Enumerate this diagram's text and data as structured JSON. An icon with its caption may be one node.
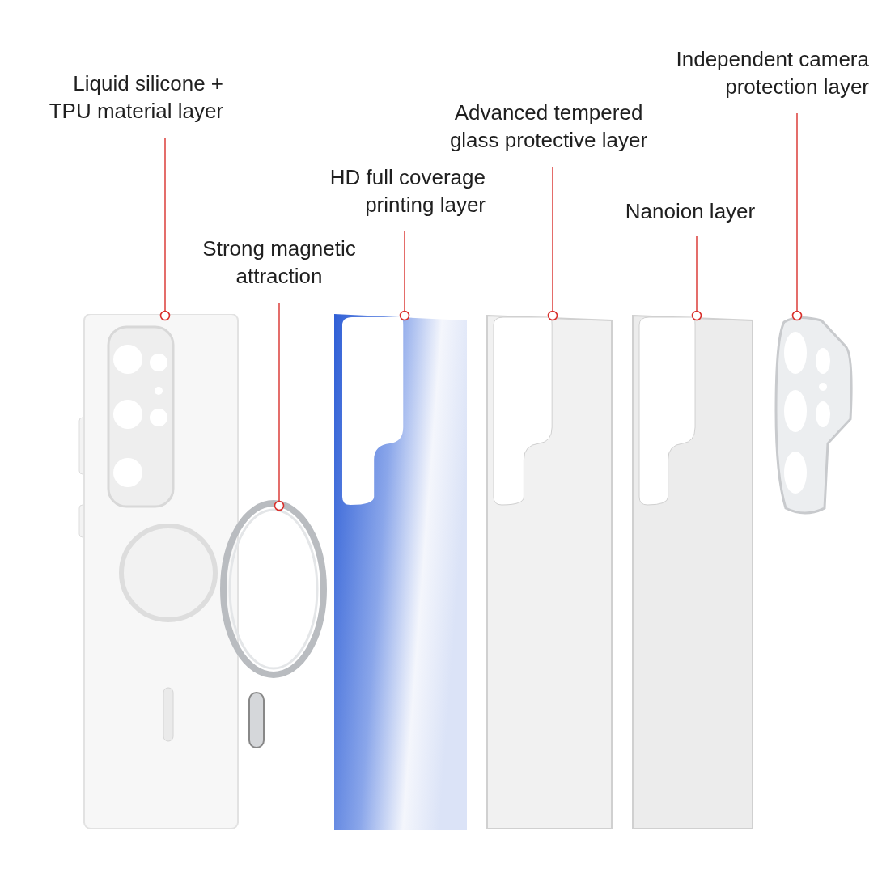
{
  "diagram": {
    "nodes": [
      {
        "text": [
          "Liquid silicone + TPU material layer"
        ]
      },
      {
        "text": [
          "Strong magnetic attraction"
        ]
      },
      {
        "text": [
          "HD full coverage printing layer"
        ]
      },
      {
        "text": [
          "Advanced tempered glass protective layer"
        ]
      },
      {
        "text": [
          "Nanoion layer"
        ]
      },
      {
        "text": [
          "Independent camera protection layer"
        ]
      },
      {
        "text": [],
        "shape": "picture"
      },
      {
        "text": [],
        "shape": "picture"
      },
      {
        "text": [],
        "shape": "picture"
      },
      {
        "text": [],
        "shape": "picture"
      },
      {
        "text": [],
        "shape": "picture"
      },
      {
        "text": [],
        "shape": "picture"
      }
    ],
    "edges": [
      {
        "from": 0,
        "to": 6,
        "arrow": "other"
      },
      {
        "from": 1,
        "to": 7,
        "arrow": "other"
      },
      {
        "from": 2,
        "to": 8,
        "arrow": "other"
      },
      {
        "from": 3,
        "to": 9,
        "arrow": "other"
      },
      {
        "from": 4,
        "to": 10,
        "arrow": "other"
      },
      {
        "from": 5,
        "to": 11,
        "arrow": "other"
      }
    ]
  }
}
